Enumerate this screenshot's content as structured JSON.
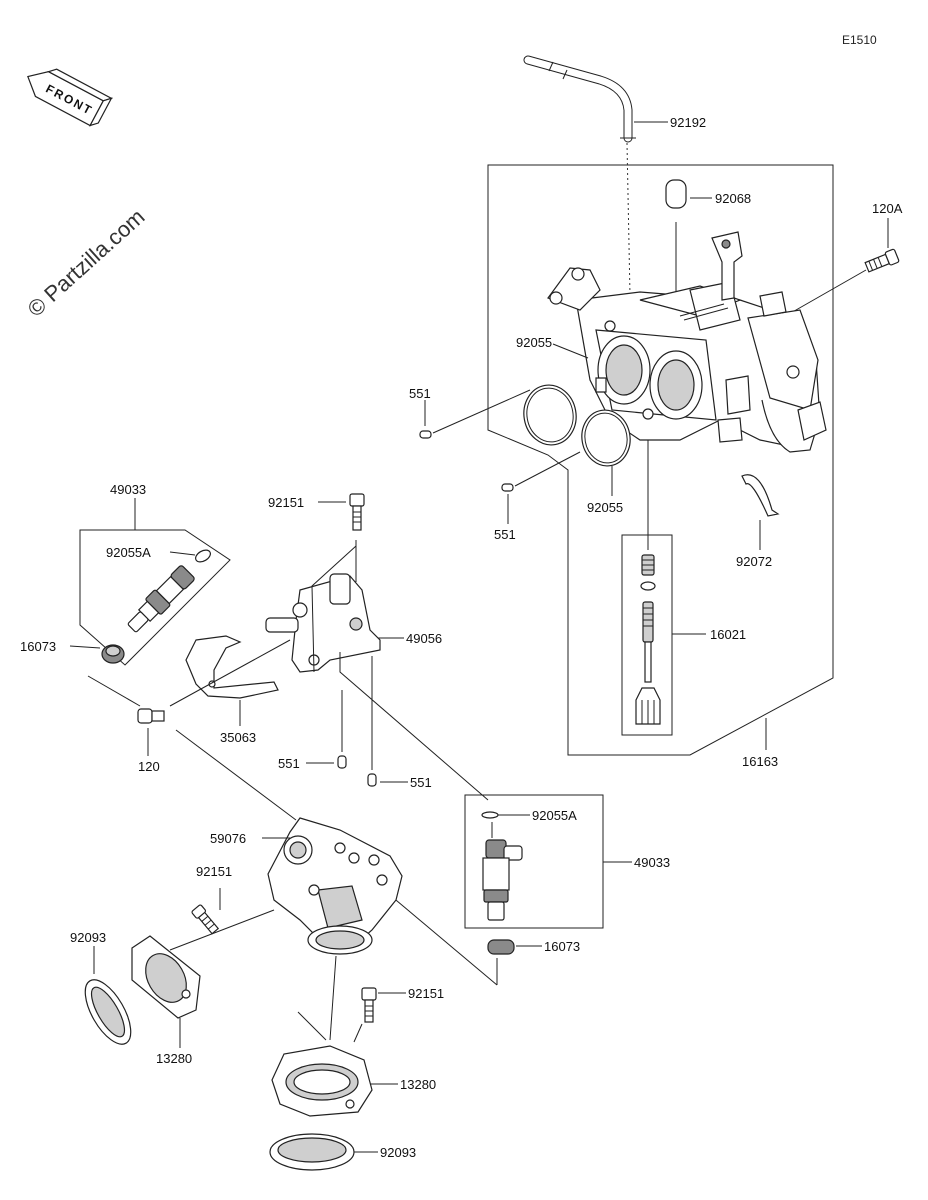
{
  "diagram_code": "E1510",
  "watermark": "© Partzilla.com",
  "front_label": "FRONT",
  "labels": {
    "p92192": "92192",
    "p92068": "92068",
    "p120A": "120A",
    "p92055_a": "92055",
    "p551_a": "551",
    "p551_b": "551",
    "p92055_b": "92055",
    "p92072": "92072",
    "p16021": "16021",
    "p16163": "16163",
    "p49033_a": "49033",
    "p92055A_a": "92055A",
    "p16073_a": "16073",
    "p92151_a": "92151",
    "p49056": "49056",
    "p35063": "35063",
    "p120": "120",
    "p551_c": "551",
    "p551_d": "551",
    "p92055A_b": "92055A",
    "p49033_b": "49033",
    "p59076": "59076",
    "p92151_b": "92151",
    "p92093_a": "92093",
    "p16073_b": "16073",
    "p92151_c": "92151",
    "p13280_a": "13280",
    "p13280_b": "13280",
    "p92093_b": "92093"
  }
}
